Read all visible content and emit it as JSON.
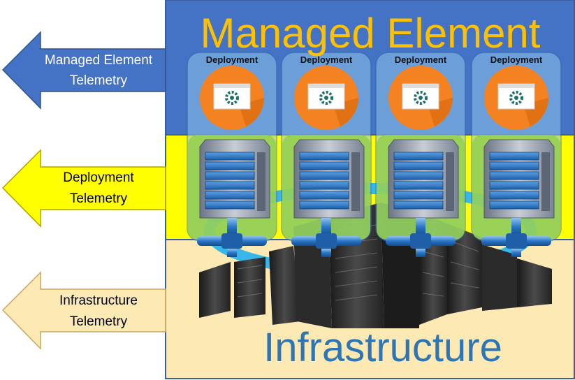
{
  "layers": {
    "managed_element": {
      "title": "Managed Element",
      "color": "#4472c4",
      "title_color": "#ffc000"
    },
    "deployment": {
      "color": "#ffff00"
    },
    "infrastructure": {
      "title": "Infrastructure",
      "color": "#fde9b3",
      "title_color": "#2e75b6"
    }
  },
  "arrows": [
    {
      "line1": "Managed Element",
      "line2": "Telemetry",
      "color": "#4472c4",
      "text_color": "#ffffff"
    },
    {
      "line1": "Deployment",
      "line2": "Telemetry",
      "color": "#ffff00",
      "text_color": "#000000"
    },
    {
      "line1": "Infrastructure",
      "line2": "Telemetry",
      "color": "#fde9b3",
      "text_color": "#000000"
    }
  ],
  "deployments": [
    {
      "label": "Deployment",
      "icon": "gear-window-icon"
    },
    {
      "label": "Deployment",
      "icon": "gear-window-icon"
    },
    {
      "label": "Deployment",
      "icon": "gear-window-icon"
    },
    {
      "label": "Deployment",
      "icon": "gear-window-icon"
    }
  ],
  "icons": [
    "gear-window-icon",
    "server-tower-icon",
    "pipe-connector-icon",
    "datacenter-racks-icon"
  ]
}
